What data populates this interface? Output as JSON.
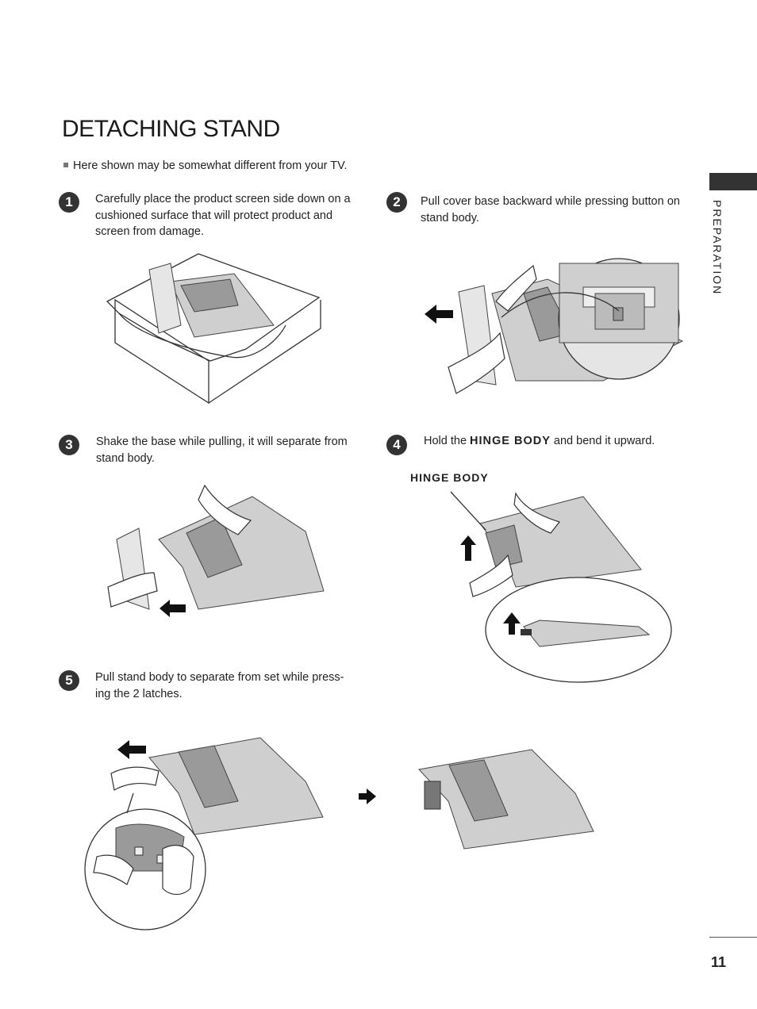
{
  "page": {
    "title": "DETACHING STAND",
    "note": "Here shown may be somewhat different from your TV.",
    "section_tab": "PREPARATION",
    "page_number": "11"
  },
  "steps": [
    {
      "number": "1",
      "text": "Carefully place the product screen side down on a cushioned surface that will protect product and screen from damage."
    },
    {
      "number": "2",
      "text": "Pull cover base backward while pressing button on stand body."
    },
    {
      "number": "3",
      "text": "Shake the base while pulling, it will separate from stand body."
    },
    {
      "number": "4",
      "text_before": "Hold the",
      "text_emph": "HINGE BODY",
      "text_after": "and bend it upward."
    },
    {
      "number": "5",
      "text": "Pull stand body to separate from set while press-ing the 2 latches."
    }
  ],
  "labels": {
    "hinge_body": "HINGE BODY"
  }
}
